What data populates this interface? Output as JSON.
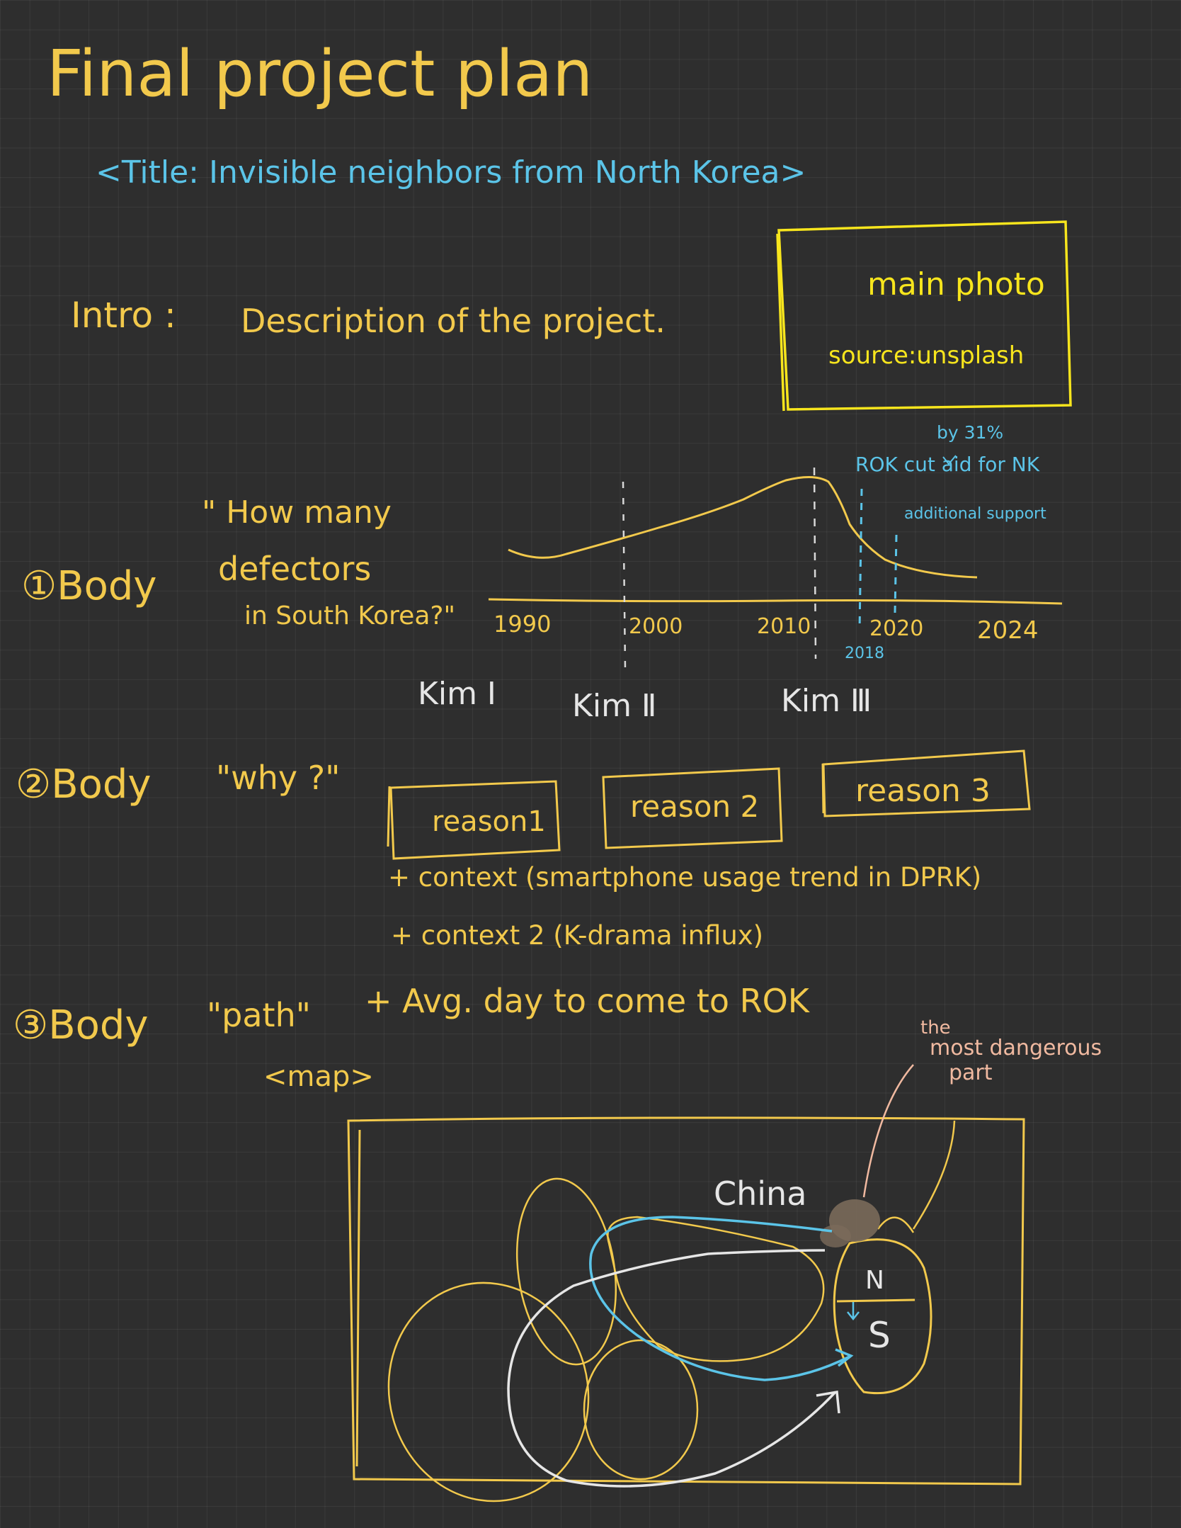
{
  "page": {
    "heading": "Final project plan",
    "title": "<Title: Invisible neighbors from North Korea>"
  },
  "intro": {
    "label": "Intro :",
    "text": "Description of the project.",
    "photo": {
      "label": "main photo",
      "source": "source:unsplash"
    }
  },
  "body1": {
    "label": "①Body",
    "question": [
      "\" How many",
      "defectors",
      "in South Korea?\""
    ],
    "annotations": {
      "percent": "by 31%",
      "cut": "ROK cut aid for NK",
      "support": "additional support"
    },
    "ticks": [
      "1990",
      "2000",
      "2010",
      "2018",
      "2020",
      "2024"
    ],
    "leaders": [
      "Kim Ⅰ",
      "Kim Ⅱ",
      "Kim Ⅲ"
    ]
  },
  "body2": {
    "label": "②Body",
    "question": "\"why ?\"",
    "reasons": [
      "reason1",
      "reason 2",
      "reason 3"
    ],
    "contexts": [
      "+ context (smartphone usage trend in DPRK)",
      "+ context 2 (K-drama influx)"
    ]
  },
  "body3": {
    "label": "③Body",
    "question": "\"path\"",
    "note": "+ Avg. day to come to ROK",
    "map_label": "<map>",
    "china": "China",
    "north": "N",
    "south": "S",
    "danger": [
      "the",
      "most dangerous",
      "part"
    ]
  },
  "colors": {
    "background": "#2e2e2e",
    "yellow": "#f2c94c",
    "blue": "#5bc4e8",
    "white": "#e6e6e6",
    "peach": "#f0b9a0",
    "brown": "#7a6a5a"
  }
}
